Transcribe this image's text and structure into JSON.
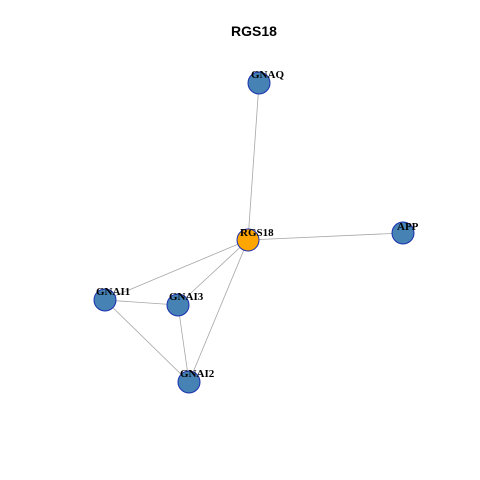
{
  "title": "RGS18",
  "colors": {
    "center_node": "#FFA500",
    "neighbor_node": "#4682B4",
    "node_border": "#1a2fb0",
    "edge": "#a6a6a6",
    "background": "#ffffff"
  },
  "nodes": [
    {
      "id": "GNAQ",
      "label": "GNAQ",
      "role": "neighbor"
    },
    {
      "id": "RGS18",
      "label": "RGS18",
      "role": "center"
    },
    {
      "id": "APP",
      "label": "APP",
      "role": "neighbor"
    },
    {
      "id": "GNAI1",
      "label": "GNAI1",
      "role": "neighbor"
    },
    {
      "id": "GNAI3",
      "label": "GNAI3",
      "role": "neighbor"
    },
    {
      "id": "GNAI2",
      "label": "GNAI2",
      "role": "neighbor"
    }
  ],
  "edges": [
    {
      "source": "RGS18",
      "target": "GNAQ"
    },
    {
      "source": "RGS18",
      "target": "APP"
    },
    {
      "source": "RGS18",
      "target": "GNAI1"
    },
    {
      "source": "RGS18",
      "target": "GNAI3"
    },
    {
      "source": "RGS18",
      "target": "GNAI2"
    },
    {
      "source": "GNAI1",
      "target": "GNAI3"
    },
    {
      "source": "GNAI1",
      "target": "GNAI2"
    },
    {
      "source": "GNAI3",
      "target": "GNAI2"
    }
  ]
}
